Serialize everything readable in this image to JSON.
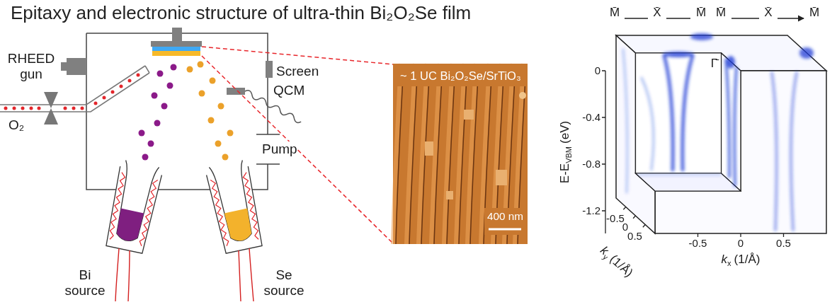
{
  "diagram": {
    "title": "Epitaxy and electronic structure of ultra-thin Bi₂O₂Se film",
    "nodes": [
      {
        "text": [
          "~ 1 UC Bi₂O₂Se/SrTiO₃",
          "400 nm"
        ]
      }
    ],
    "labels": [
      "RHEED gun",
      "Screen",
      "QCM",
      "Pump",
      "O₂",
      "Bi source",
      "Se source",
      "M̄",
      "X̄",
      "M̄",
      "M̄",
      "X̄",
      "M̄",
      "Γ̄",
      "0",
      "-0.4",
      "-0.8",
      "-1.2",
      "E-E",
      "VBM",
      "(eV)",
      "-0.5",
      "0",
      "0.5",
      "k",
      "y",
      "(1/Å)",
      "-0.5",
      "0",
      "0.5",
      "k",
      "x",
      "(1/Å)"
    ]
  }
}
